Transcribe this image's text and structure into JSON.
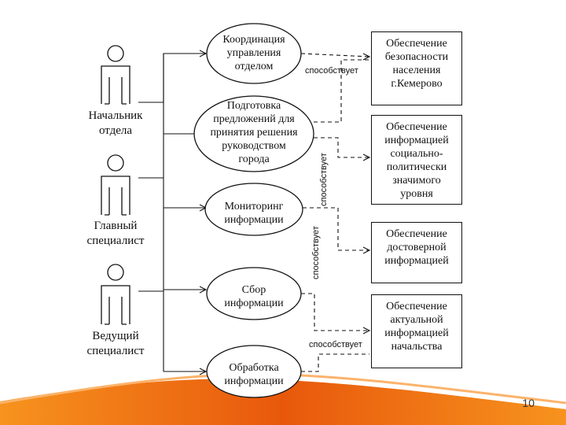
{
  "actors": [
    {
      "label": "Начальник\nотдела"
    },
    {
      "label": "Главный\nспециалист"
    },
    {
      "label": "Ведущий\nспециалист"
    }
  ],
  "use_cases": [
    {
      "label": "Координация\nуправления\nотделом"
    },
    {
      "label": "Подготовка\nпредложений для\nпринятия решения\nруководством\nгорода"
    },
    {
      "label": "Мониторинг\nинформации"
    },
    {
      "label": "Сбор\nинформации"
    },
    {
      "label": "Обработка\nинформации"
    }
  ],
  "goals": [
    {
      "label": "Обеспечение\nбезопасности\nнаселения\nг.Кемерово"
    },
    {
      "label": "Обеспечение\nинформацией\nсоциально-\nполитически\nзначимого\nуровня"
    },
    {
      "label": "Обеспечение\nдостоверной\nинформацией"
    },
    {
      "label": "Обеспечение\nактуальной\nинформацией\nначальства"
    }
  ],
  "relations": {
    "label1": "способствует",
    "label2": "способствует",
    "label3": "способствует",
    "label4": "способствует"
  },
  "page_number": "10",
  "colors": {
    "line": "#111111",
    "wave_dark": "#e8580c",
    "wave_light": "#f7931e"
  }
}
